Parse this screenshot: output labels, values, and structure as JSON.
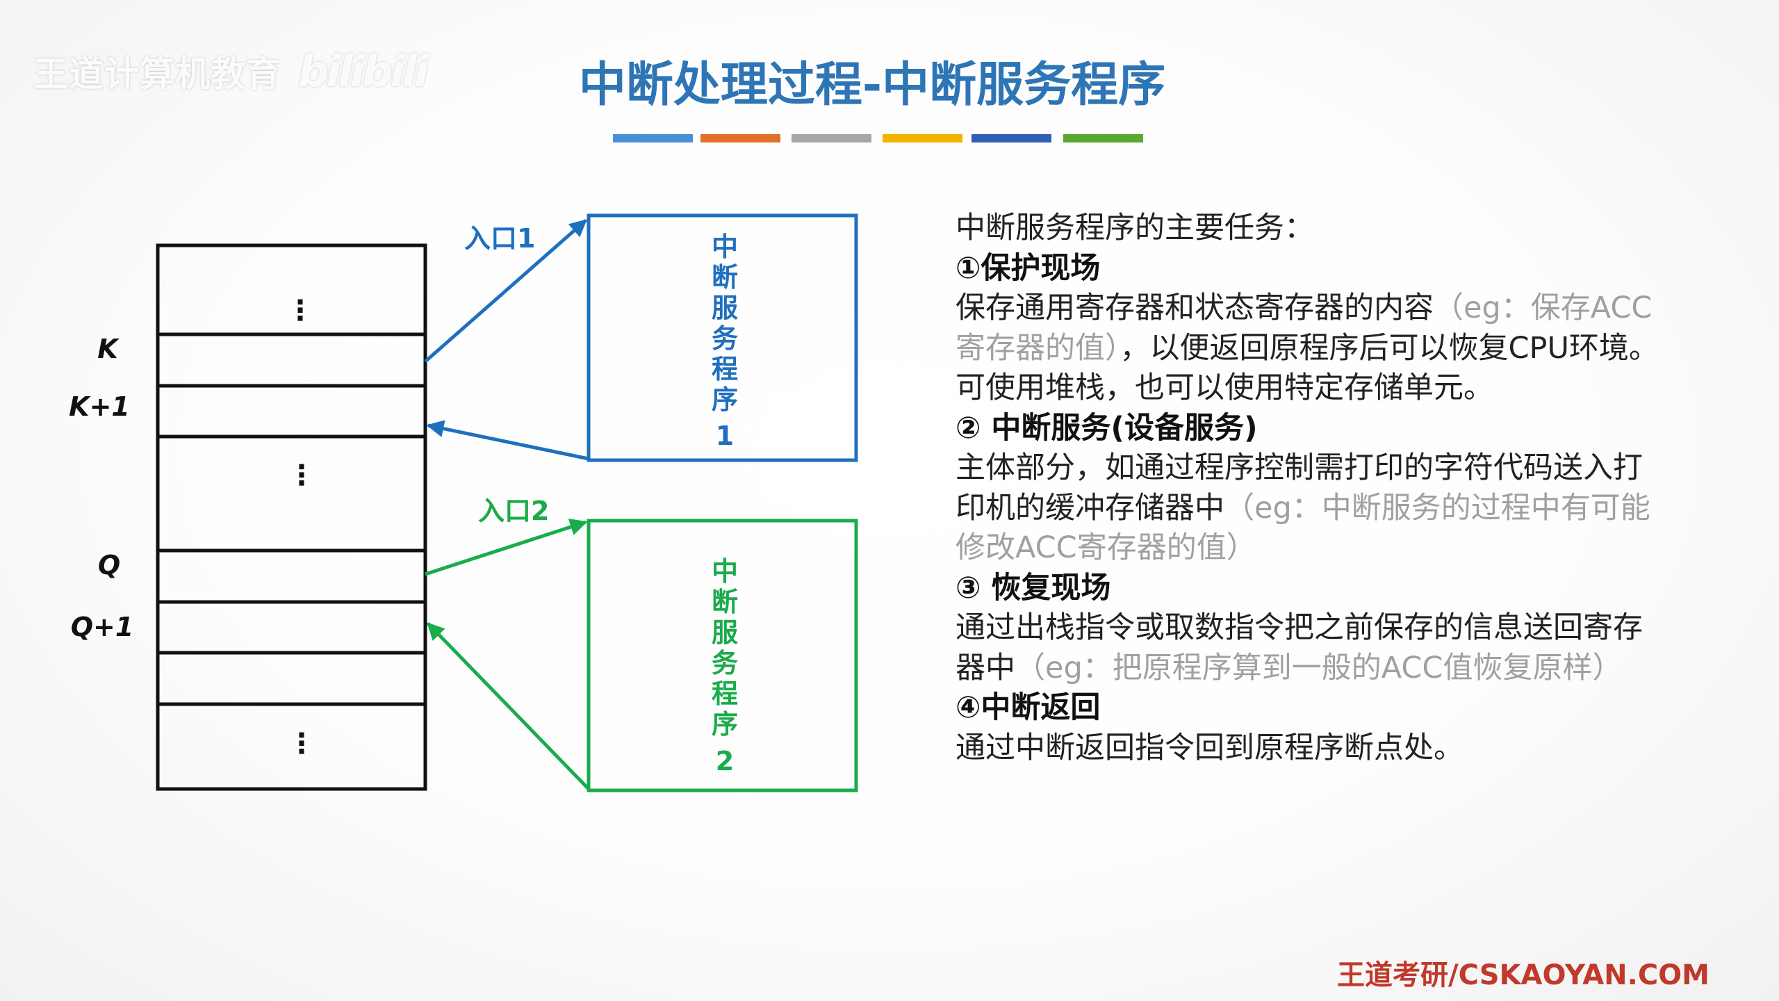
{
  "watermark": {
    "org": "王道计算机教育",
    "site": "bilibili"
  },
  "title": "中断处理过程-中断服务程序",
  "title_bar_colors": [
    "#4a90d9",
    "#e0702a",
    "#a6a6a6",
    "#f2b400",
    "#2f5eb5",
    "#5aa832"
  ],
  "colors": {
    "blue": "#1f6fbf",
    "green": "#1aab4a",
    "gray_note": "#a0a0a0"
  },
  "diagram": {
    "labels": {
      "k": "K",
      "k1": "K+1",
      "q": "Q",
      "q1": "Q+1"
    },
    "ellipsis": "⋮",
    "entry1": "入口1",
    "entry2": "入口2",
    "box1_chars": [
      "中",
      "断",
      "服",
      "务",
      "程",
      "序",
      "1"
    ],
    "box2_chars": [
      "中",
      "断",
      "服",
      "务",
      "程",
      "序",
      "2"
    ]
  },
  "content": {
    "intro": "中断服务程序的主要任务：",
    "s1": {
      "heading": "①保护现场",
      "body": "保存通用寄存器和状态寄存器的内容",
      "note": "（eg：保存ACC寄存器的值）",
      "body2": "，以便返回原程序后可以恢复CPU环境。可使用堆栈，也可以使用特定存储单元。"
    },
    "s2": {
      "heading": "② 中断服务(设备服务)",
      "body": "主体部分，如通过程序控制需打印的字符代码送入打印机的缓冲存储器中",
      "note": "（eg：中断服务的过程中有可能修改ACC寄存器的值）"
    },
    "s3": {
      "heading": "③ 恢复现场",
      "body": "通过出栈指令或取数指令把之前保存的信息送回寄存器中",
      "note": "（eg：把原程序算到一般的ACC值恢复原样）"
    },
    "s4": {
      "heading": "④中断返回",
      "body": "通过中断返回指令回到原程序断点处。"
    }
  },
  "footer": "王道考研/CSKAOYAN.COM"
}
